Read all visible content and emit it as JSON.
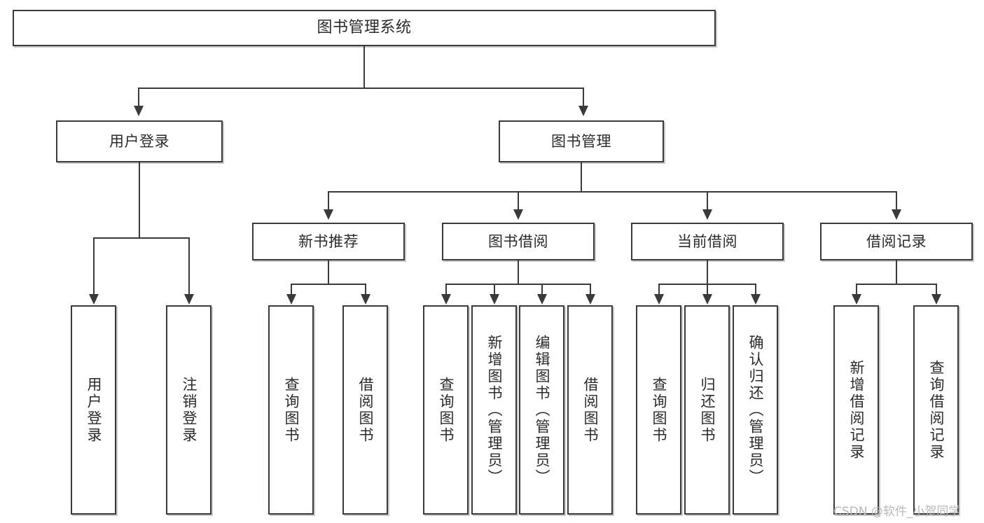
{
  "diagram": {
    "title": "图书管理系统",
    "type": "tree-hierarchy",
    "watermark": "CSDN @软件_小贺同学",
    "colors": {
      "background": "#ffffff",
      "box_border": "#3a3a3a",
      "box_fill": "#ffffff",
      "box_shadow": "#c9c9c9",
      "connector": "#3a3a3a",
      "text": "#2b2b2b",
      "watermark": "#b9b9b9"
    },
    "root": {
      "label": "图书管理系统"
    },
    "level2": [
      {
        "label": "用户登录"
      },
      {
        "label": "图书管理"
      }
    ],
    "level3": [
      {
        "label": "新书推荐"
      },
      {
        "label": "图书借阅"
      },
      {
        "label": "当前借阅"
      },
      {
        "label": "借阅记录"
      }
    ],
    "leaves": {
      "user_login": [
        {
          "label": "用户登录"
        },
        {
          "label": "注销登录"
        }
      ],
      "new_book_recommend": [
        {
          "label": "查询图书"
        },
        {
          "label": "借阅图书"
        }
      ],
      "book_borrow": [
        {
          "label": "查询图书"
        },
        {
          "label": "新增图书（管理员）"
        },
        {
          "label": "编辑图书（管理员）"
        },
        {
          "label": "借阅图书"
        }
      ],
      "current_borrow": [
        {
          "label": "查询图书"
        },
        {
          "label": "归还图书"
        },
        {
          "label": "确认归还（管理员）"
        }
      ],
      "borrow_record": [
        {
          "label": "新增借阅记录"
        },
        {
          "label": "查询借阅记录"
        }
      ]
    }
  }
}
